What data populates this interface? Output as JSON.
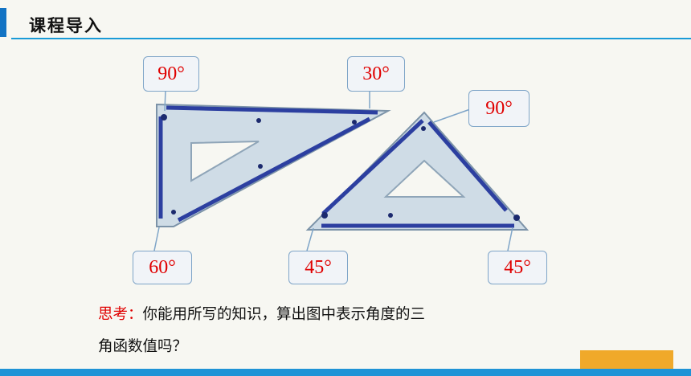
{
  "header": {
    "title": "课程导入"
  },
  "callouts": {
    "left_top_angle": "90°",
    "left_right_angle": "30°",
    "left_bottom_angle": "60°",
    "right_top_angle": "90°",
    "right_left_angle": "45°",
    "right_right_angle": "45°"
  },
  "question": {
    "label": "思考：",
    "text_line1": "你能用所写的知识，算出图中表示角度的三",
    "text_line2": "角函数值吗？"
  },
  "colors": {
    "accent": "#1273c4",
    "callout_text": "#e00000",
    "footer": "#1f93d6",
    "footer_accent": "#f0a92a"
  }
}
